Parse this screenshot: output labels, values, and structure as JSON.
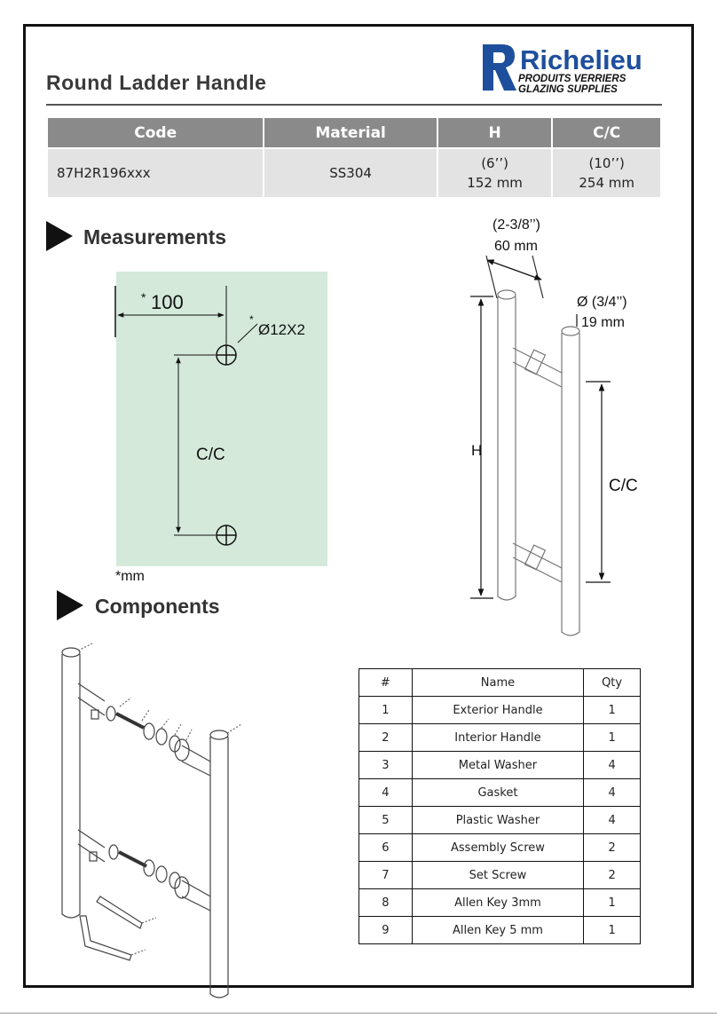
{
  "document": {
    "title": "Round  Ladder  Handle",
    "brand": {
      "name": "Richelieu",
      "line1": "PRODUITS VERRIERS",
      "line2": "GLAZING SUPPLIES",
      "colors": {
        "primary": "#1e4f9c",
        "text": "#ffffff"
      }
    }
  },
  "spec_table": {
    "headers": [
      "Code",
      "Material",
      "H",
      "C/C"
    ],
    "row": {
      "code": "87H2R196xxx",
      "material": "SS304",
      "h_in": "(6’’)",
      "h_mm": "152 mm",
      "cc_in": "(10’’)",
      "cc_mm": "254 mm"
    }
  },
  "measurements": {
    "heading": "Measurements",
    "edge_distance": "100",
    "asterisk": "*",
    "hole_spec": "Ø12X2",
    "cc_label": "C/C",
    "unit_note": "*mm",
    "colors": {
      "glass": "#d4e9da"
    }
  },
  "handle_drawing": {
    "projection_in": "(2-3/8’’)",
    "projection_mm": "60 mm",
    "diameter_in": "Ø (3/4’’)",
    "diameter_mm": "19 mm",
    "h_label": "H",
    "cc_label": "C/C"
  },
  "components": {
    "heading": "Components",
    "headers": [
      "#",
      "Name",
      "Qty"
    ],
    "rows": [
      [
        "1",
        "Exterior Handle",
        "1"
      ],
      [
        "2",
        "Interior Handle",
        "1"
      ],
      [
        "3",
        "Metal Washer",
        "4"
      ],
      [
        "4",
        "Gasket",
        "4"
      ],
      [
        "5",
        "Plastic Washer",
        "4"
      ],
      [
        "6",
        "Assembly Screw",
        "2"
      ],
      [
        "7",
        "Set Screw",
        "2"
      ],
      [
        "8",
        "Allen Key 3mm",
        "1"
      ],
      [
        "9",
        "Allen Key 5 mm",
        "1"
      ]
    ]
  }
}
